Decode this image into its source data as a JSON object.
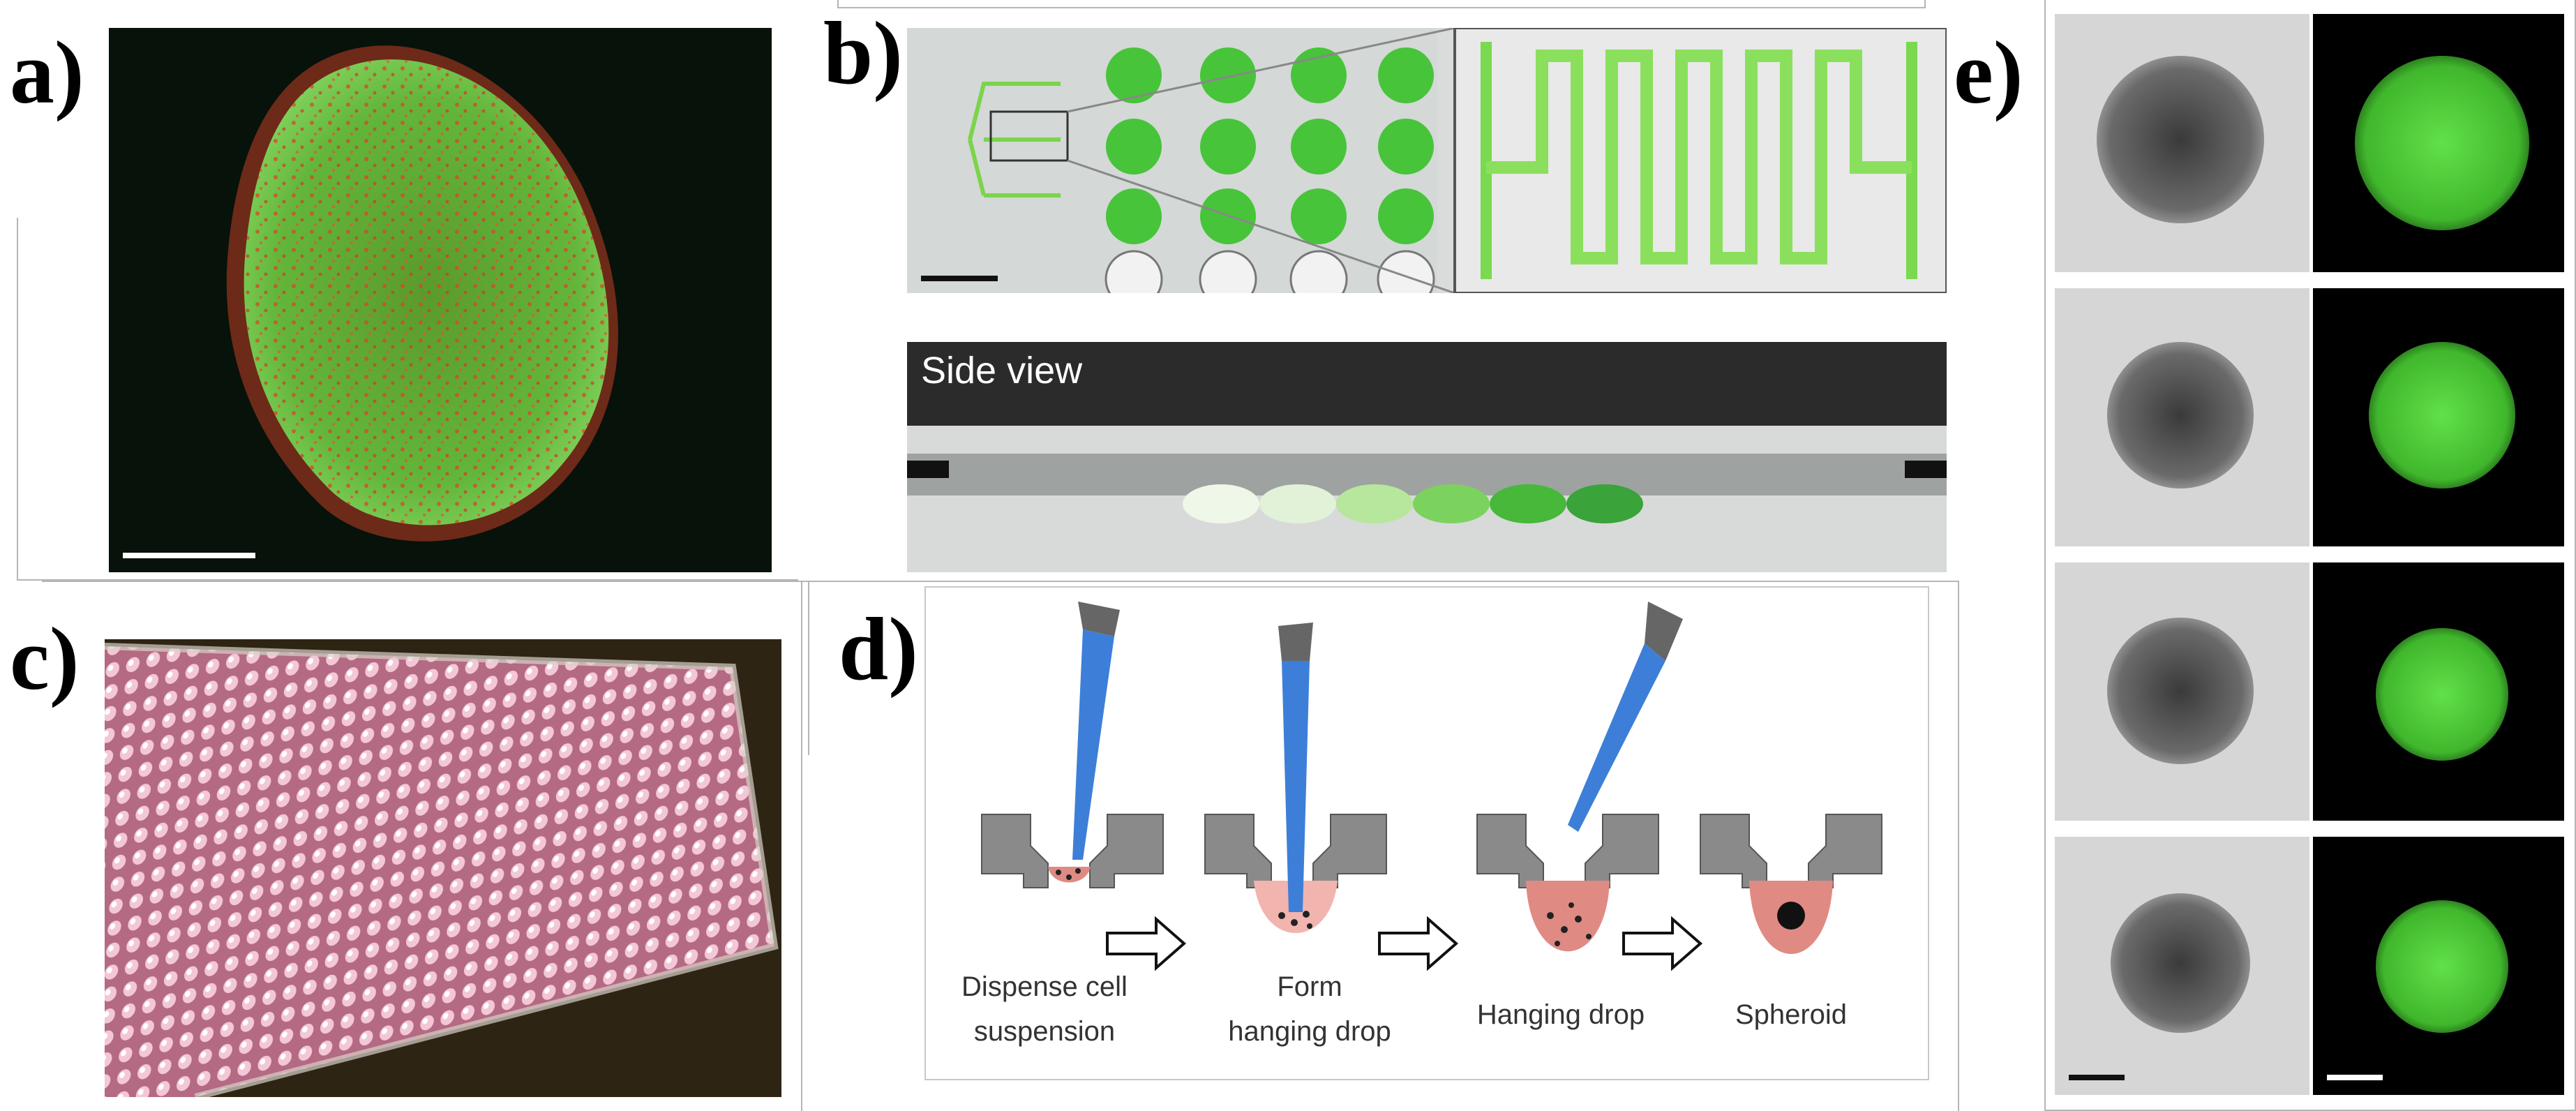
{
  "panels": {
    "a": {
      "label": "a)"
    },
    "b": {
      "label": "b)",
      "side_view_title": "Side view"
    },
    "c": {
      "label": "c)"
    },
    "d": {
      "label": "d)",
      "steps": [
        {
          "line1": "Dispense cell",
          "line2": "suspension"
        },
        {
          "line1": "Form",
          "line2": "hanging drop"
        },
        {
          "line1": "Hanging drop",
          "line2": ""
        },
        {
          "line1": "Spheroid",
          "line2": ""
        }
      ]
    },
    "e": {
      "label": "e)",
      "rows": 4
    }
  },
  "colors": {
    "fluorescent_green": "#3ec83a",
    "tip_blue": "#3d7fd8",
    "drop_red": "#e08a84",
    "plate_pink": "#d98aa6",
    "insert_gray": "#8a8a8a"
  }
}
